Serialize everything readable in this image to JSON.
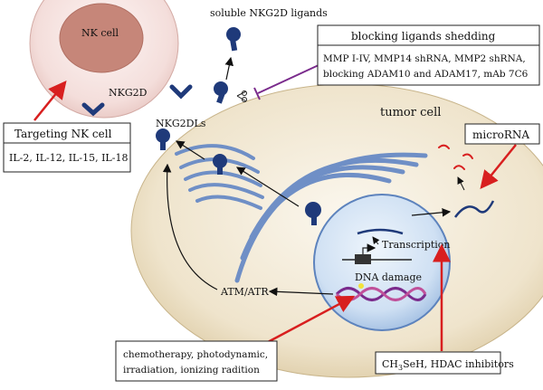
{
  "labels": {
    "nk_cell": "NK cell",
    "nkg2d": "NKG2D",
    "soluble_ligands": "soluble NKG2D ligands",
    "nkg2dls": "NKG2DLs",
    "tumor_cell": "tumor cell",
    "atm_atr": "ATM/ATR",
    "dna_damage": "DNA damage",
    "transcription": "Transcription"
  },
  "boxes": {
    "targeting": {
      "title": "Targeting NK cell",
      "body": "IL-2, IL-12, IL-15, IL-18"
    },
    "shedding": {
      "title": "blocking ligands shedding",
      "line1": "MMP I-IV, MMP14 shRNA, MMP2 shRNA,",
      "line2": "blocking ADAM10 and ADAM17, mAb 7C6"
    },
    "microrna": {
      "title": "microRNA"
    },
    "chemo": {
      "line1": "chemotherapy, photodynamic,",
      "line2": "irradiation, ionizing radition"
    },
    "hdac": {
      "prefix": "CH",
      "sub1": "3",
      "mid": "SeH, HDAC inhibitors"
    }
  },
  "colors": {
    "nk_outer": "#f6e3e1",
    "nk_nucleus": "#c98a80",
    "tumor_fill": "#efe7d4",
    "receptor": "#1f3a7a",
    "er_blue": "#6f8fc6",
    "nucleus_fill": "#d5e4f5",
    "arrow_red": "#d81f1f",
    "inhibit_purple": "#7a2b8c"
  }
}
